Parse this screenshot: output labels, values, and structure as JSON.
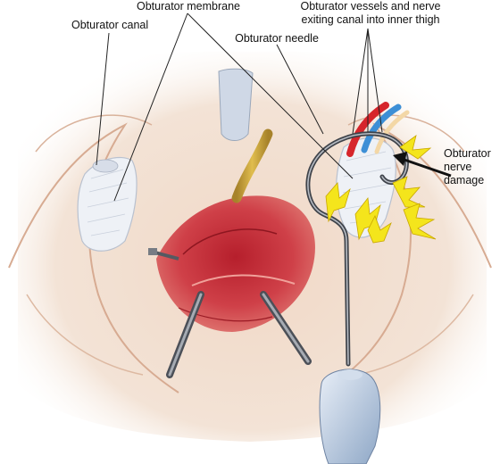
{
  "labels": {
    "obturator_canal": "Obturator canal",
    "obturator_membrane": "Obturator membrane",
    "obturator_needle": "Obturator needle",
    "vessels_line1": "Obturator vessels and nerve",
    "vessels_line2": "exiting canal into inner thigh",
    "damage_line1": "Obturator",
    "damage_line2": "nerve",
    "damage_line3": "damage"
  },
  "colors": {
    "skin_light": "#f3e3d6",
    "skin_mid": "#e8c9b3",
    "skin_shadow": "#d7ab92",
    "membrane": "#eef1f6",
    "tissue_red": "#c8303a",
    "catheter": "#c9a43a",
    "needle": "#6b6f76",
    "handle": "#aebfd6",
    "artery": "#d6252b",
    "vein": "#3d8fd6",
    "nerve_bolt": "#f4e51c",
    "damage_arrow": "#111111"
  }
}
